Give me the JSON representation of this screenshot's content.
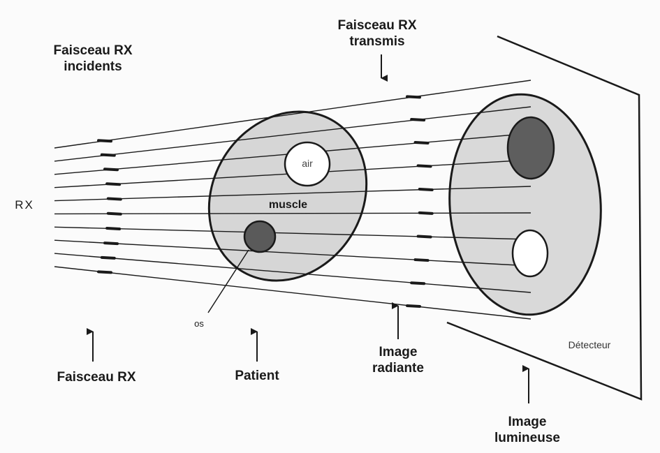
{
  "labels": {
    "incident_beam": "Faisceau RX\nincidents",
    "transmitted_beam": "Faisceau RX\ntransmis",
    "rx": "RX",
    "air": "air",
    "muscle": "muscle",
    "bone": "os",
    "detector": "Détecteur",
    "beam": "Faisceau RX",
    "patient": "Patient",
    "radiant_image": "Image\nradiante",
    "luminous_image": "Image\nlumineuse"
  },
  "colors": {
    "ink": "#1a1a1a",
    "tissue_fill": "#d6d6d6",
    "bone_fill": "#5a5a5a",
    "image_fill": "#d9d9d9",
    "bone_shadow_fill": "#5e5e5e",
    "air_fill": "#ffffff"
  }
}
